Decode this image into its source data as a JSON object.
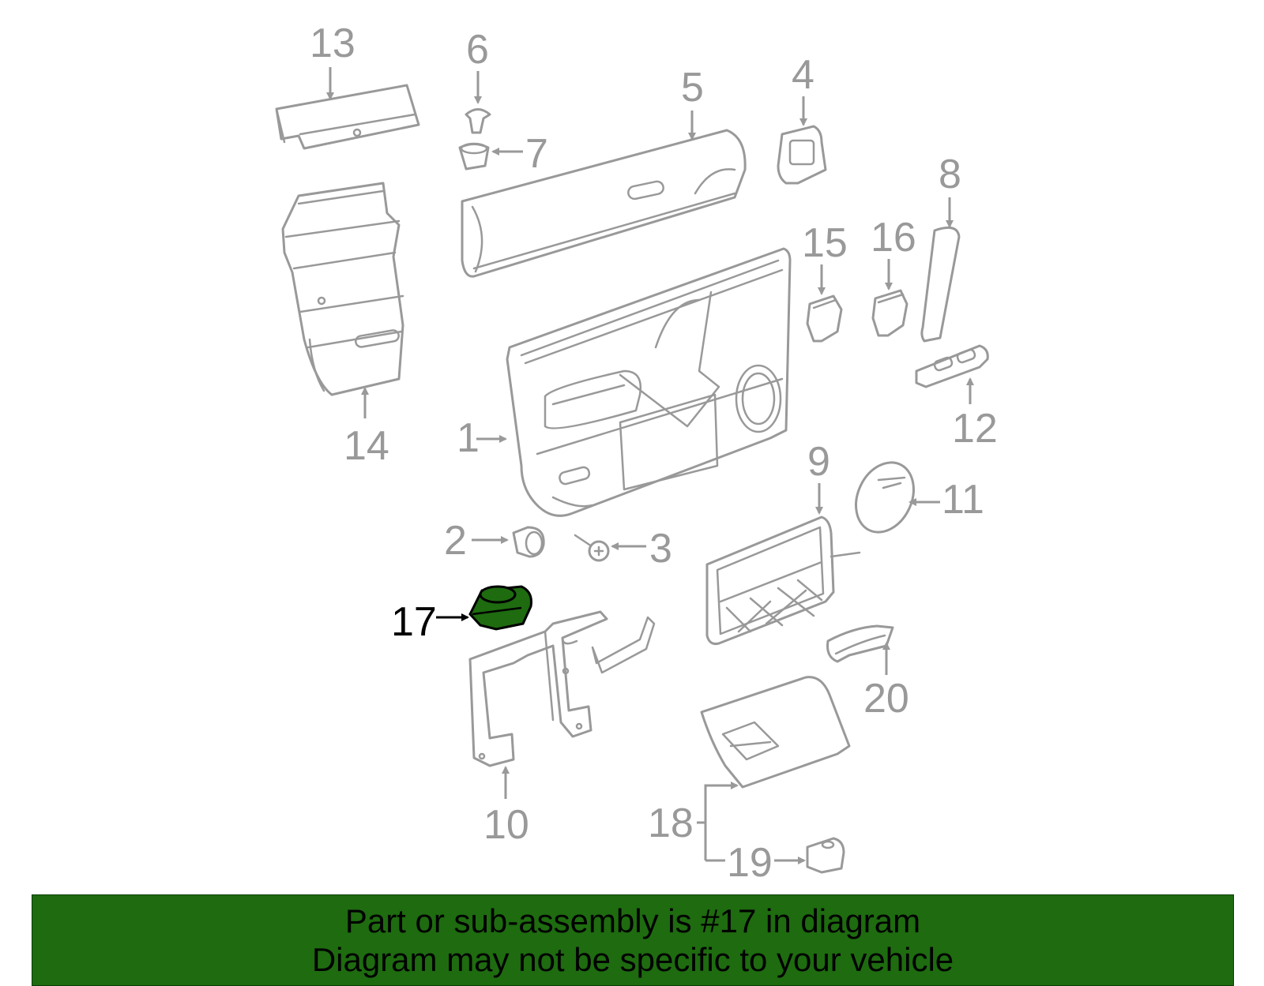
{
  "callouts": [
    {
      "id": "13",
      "text": "13"
    },
    {
      "id": "6",
      "text": "6"
    },
    {
      "id": "7",
      "text": "7"
    },
    {
      "id": "5",
      "text": "5"
    },
    {
      "id": "4",
      "text": "4"
    },
    {
      "id": "8",
      "text": "8"
    },
    {
      "id": "15",
      "text": "15"
    },
    {
      "id": "16",
      "text": "16"
    },
    {
      "id": "14",
      "text": "14"
    },
    {
      "id": "1",
      "text": "1"
    },
    {
      "id": "12",
      "text": "12"
    },
    {
      "id": "9",
      "text": "9"
    },
    {
      "id": "11",
      "text": "11"
    },
    {
      "id": "2",
      "text": "2"
    },
    {
      "id": "3",
      "text": "3"
    },
    {
      "id": "17",
      "text": "17"
    },
    {
      "id": "20",
      "text": "20"
    },
    {
      "id": "10",
      "text": "10"
    },
    {
      "id": "18",
      "text": "18"
    },
    {
      "id": "19",
      "text": "19"
    }
  ],
  "highlighted_part": "17",
  "banner": {
    "line1": "Part or sub-assembly is #17 in diagram",
    "line2": "Diagram may not be specific to your vehicle",
    "background": "#1e6b10"
  },
  "colors": {
    "line_art": "#999999",
    "highlight_fill": "#1e6b10",
    "highlight_label": "#000000"
  }
}
